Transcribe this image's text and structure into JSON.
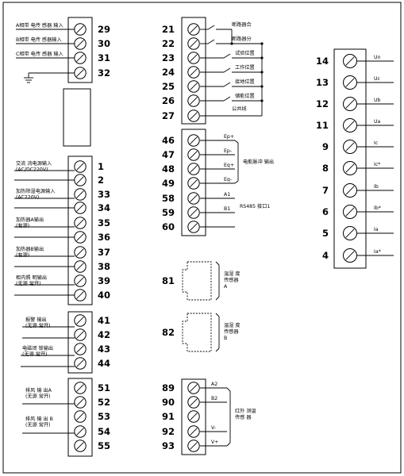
{
  "left": {
    "sensor_labels": [
      "A相带 电传 感器 输入",
      "B相带 电传 感器输入",
      "C相带 电传 感器 输入"
    ],
    "sensor_nums": [
      "29",
      "30",
      "31",
      "32"
    ],
    "power_ac_label": [
      "交流 流电源输入",
      "(AC/DC220V)"
    ],
    "power_nums": [
      "1",
      "2"
    ],
    "heat_power_label": [
      "加热除湿电源输入",
      "(AC220V)"
    ],
    "heat_a_label": [
      "加热器A输出",
      "(有源)"
    ],
    "heat_b_label": [
      "加热器B输出",
      "(有源)"
    ],
    "cabinet_label": [
      "柜内照 明输出",
      "(无源 常开)"
    ],
    "block2_nums": [
      "33",
      "34",
      "35",
      "36",
      "37",
      "38",
      "39",
      "40"
    ],
    "alarm_label": [
      "报警 输出",
      "(无源 常开)"
    ],
    "lock_label": [
      "电磁闭 锁输出",
      "(无源 常开)"
    ],
    "block3_nums": [
      "41",
      "42",
      "43",
      "44"
    ],
    "fan_a_label": [
      "排风 输 出A",
      "(无源 常开)"
    ],
    "fan_b_label": [
      "排风 输 出 B",
      "(无源 常开)"
    ],
    "block4_nums": [
      "51",
      "52",
      "53",
      "54",
      "55"
    ]
  },
  "middle": {
    "breaker_nums": [
      "21",
      "22",
      "23",
      "24",
      "25",
      "26",
      "27"
    ],
    "breaker_labels": [
      "断路器合",
      "断路器分",
      "试验位置",
      "工作位置",
      "接地位置",
      "储能位置",
      "公共线"
    ],
    "pulse_nums": [
      "46",
      "47",
      "48",
      "49",
      "58",
      "59",
      "60"
    ],
    "pulse_wire_labels": [
      "Ep+",
      "Ep-",
      "Eq+",
      "Eq-",
      "A1",
      "B1"
    ],
    "pulse_label": "电能脉冲 输出",
    "rs485_label": "RS485 接口1",
    "hum_a_num": "81",
    "hum_a_label": [
      "温湿 度",
      "传感器",
      "A"
    ],
    "hum_b_num": "82",
    "hum_b_label": [
      "温湿 度",
      "传感器",
      "B"
    ],
    "ir_nums": [
      "89",
      "90",
      "91",
      "92",
      "93"
    ],
    "ir_wire_labels": [
      "A2",
      "B2",
      "V-",
      "V+"
    ],
    "ir_label": [
      "红外 测温",
      "传感 器"
    ]
  },
  "right": {
    "nums": [
      "14",
      "13",
      "12",
      "11",
      "9",
      "8",
      "7",
      "6",
      "5",
      "4"
    ],
    "labels": [
      "Un",
      "Uc",
      "Ub",
      "Ua",
      "Ic",
      "Ic*",
      "Ib",
      "Ib*",
      "Ia",
      "Ia*"
    ]
  }
}
